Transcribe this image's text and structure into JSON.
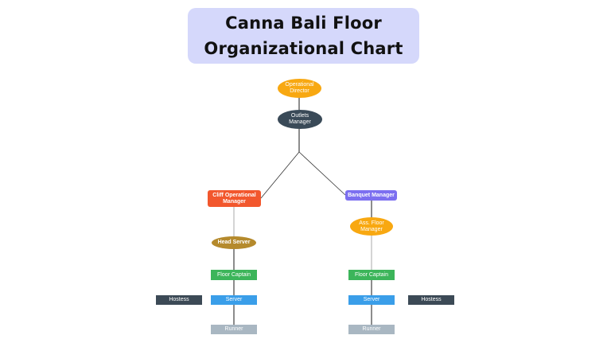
{
  "title": {
    "line1": "Canna Bali Floor",
    "line2": "Organizational Chart"
  },
  "colors": {
    "title_bg": "#d5d8fb",
    "yellow": "#f8a811",
    "dark_slate": "#3a4a58",
    "orange_red": "#f2572d",
    "purple": "#7c6ff0",
    "gold": "#b58a2c",
    "green": "#3cb55a",
    "blue": "#3a9ee9",
    "gray": "#a9b7c2"
  },
  "nodes": {
    "operational_director": "Operational Director",
    "outlets_manager": "Outlets Manager",
    "cliff_operational_manager": "Cliff Operational Manager",
    "banquet_manager": "Banquet Manager",
    "head_server": "Head Server",
    "ass_floor_manager": "Ass. Floor Manager",
    "floor_captain_left": "Floor Captain",
    "floor_captain_right": "Floor Captain",
    "server_left": "Server",
    "server_right": "Server",
    "hostess_left": "Hostess",
    "hostess_right": "Hostess",
    "runner_left": "Runner",
    "runner_right": "Runner"
  }
}
